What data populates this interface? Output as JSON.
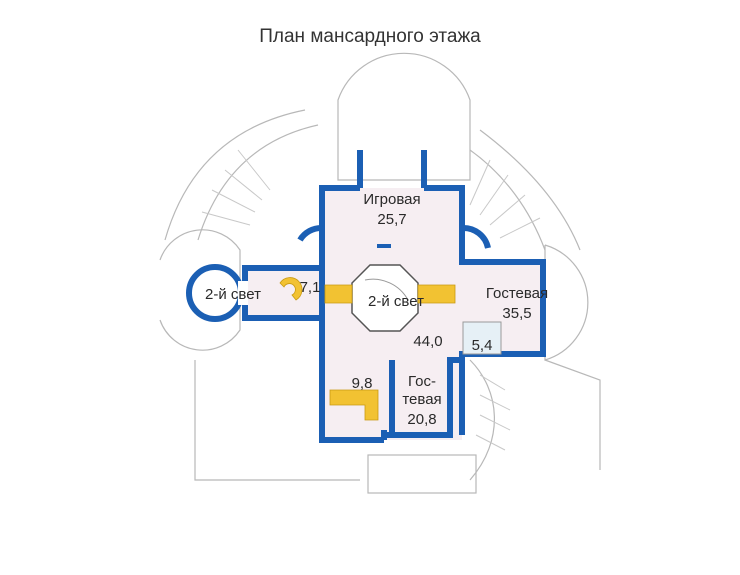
{
  "title": "План мансардного этажа",
  "colors": {
    "wall": "#1b5fb4",
    "floor": "#f6eef2",
    "terrace_line": "#b8b8b8",
    "stair": "#f2c232",
    "room_label": "#2a2a2a"
  },
  "rooms": [
    {
      "name": "Игровая",
      "area": "25,7"
    },
    {
      "name": "Гостевая",
      "area": "35,5"
    },
    {
      "name_line1": "Гос-",
      "name_line2": "тевая",
      "area": "20,8"
    },
    {
      "name": "2-й свет",
      "area": ""
    },
    {
      "name": "2-й свет",
      "area": ""
    }
  ],
  "areas": {
    "hall": "44,0",
    "left_room": "7,1",
    "bath": "5,4",
    "stair_room": "9,8"
  }
}
